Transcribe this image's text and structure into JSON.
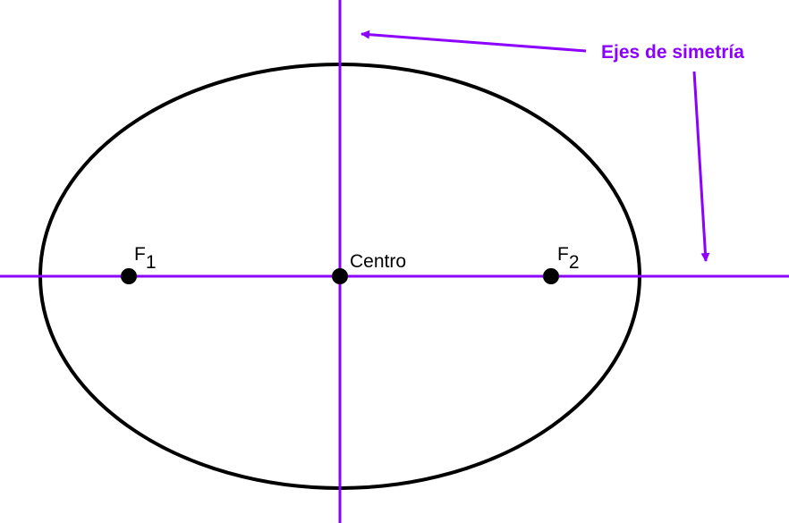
{
  "diagram": {
    "colors": {
      "axes": "#8c00ff",
      "ellipse": "#000000",
      "points": "#000000",
      "annotation": "#8c00ff"
    },
    "labels": {
      "focus1_letter": "F",
      "focus1_sub": "1",
      "focus2_letter": "F",
      "focus2_sub": "2",
      "center": "Centro",
      "axes_annotation": "Ejes de simetría"
    }
  }
}
